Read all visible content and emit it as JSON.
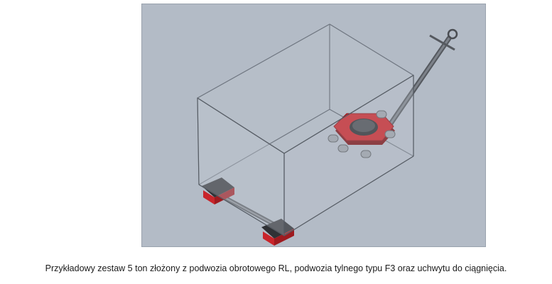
{
  "figure": {
    "background_color": "#b3bbc6",
    "object_color": "#c8242a",
    "components": [
      "load-box",
      "rotating-undercarriage-RL",
      "rear-undercarriage-F3",
      "towing-handle"
    ]
  },
  "caption": {
    "text": "Przykładowy zestaw 5 ton złożony z podwozia obrotowego RL, podwozia tylnego typu F3 oraz uchwytu do ciągnięcia."
  }
}
